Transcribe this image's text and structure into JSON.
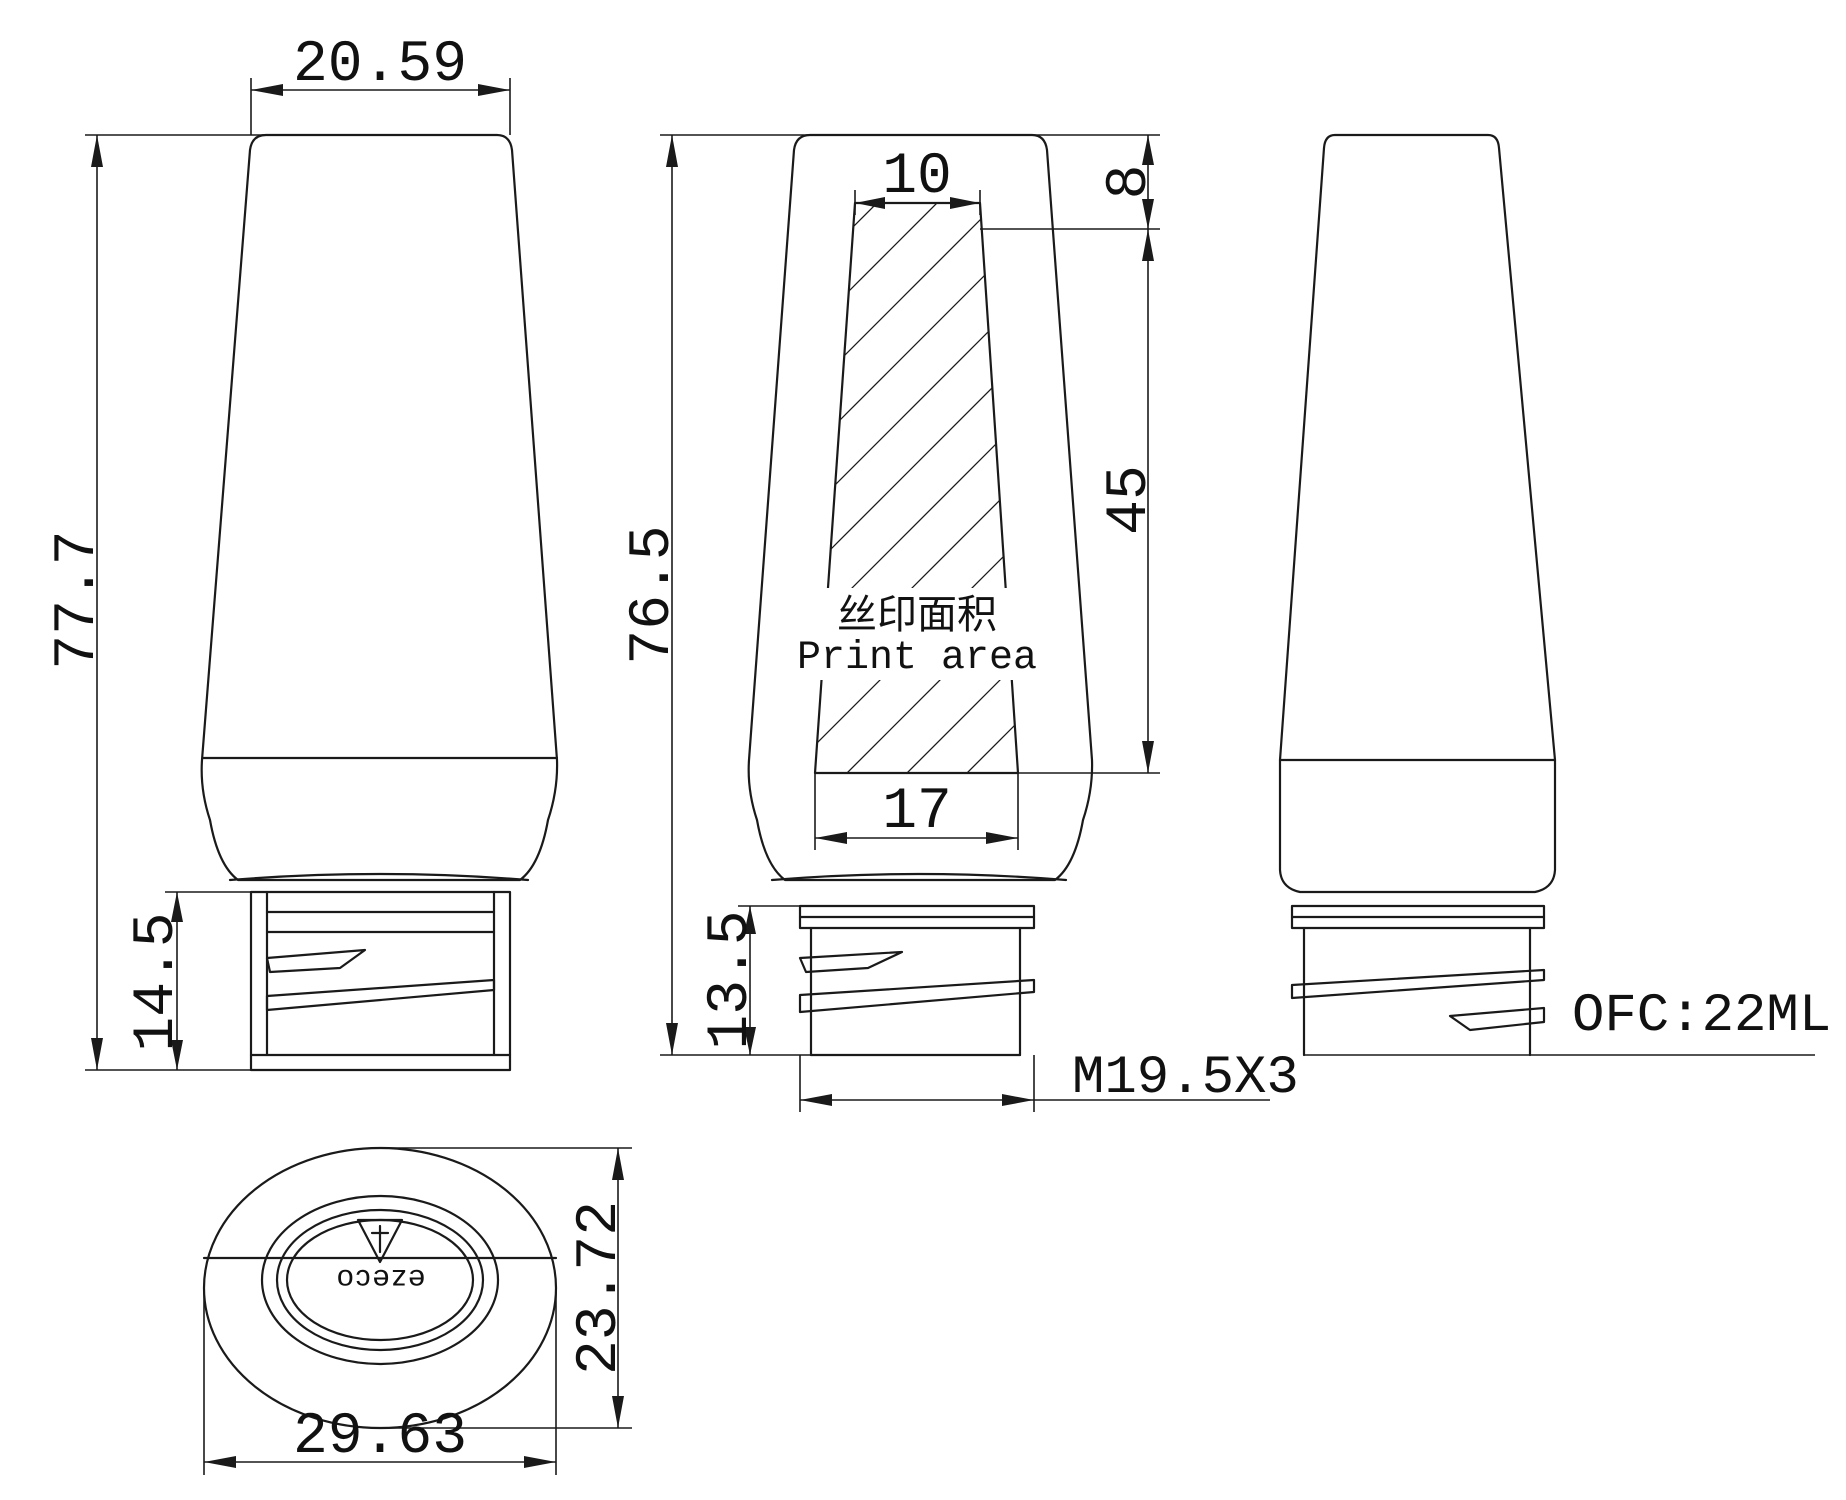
{
  "dimensions": {
    "cap_width": "20.59",
    "total_height": "77.7",
    "cap_height": "14.5",
    "body_height": "76.5",
    "print_top_width": "10",
    "print_top_offset": "8",
    "print_height": "45",
    "print_bottom_width": "17",
    "neck_height": "13.5",
    "thread_spec": "M19.5X3",
    "oval_height": "23.72",
    "oval_width": "29.63"
  },
  "print_area": {
    "label_cn": "丝印面积",
    "label_en": "Print area"
  },
  "capacity": "OFC:22ML",
  "logo": {
    "text": "ezeco"
  }
}
